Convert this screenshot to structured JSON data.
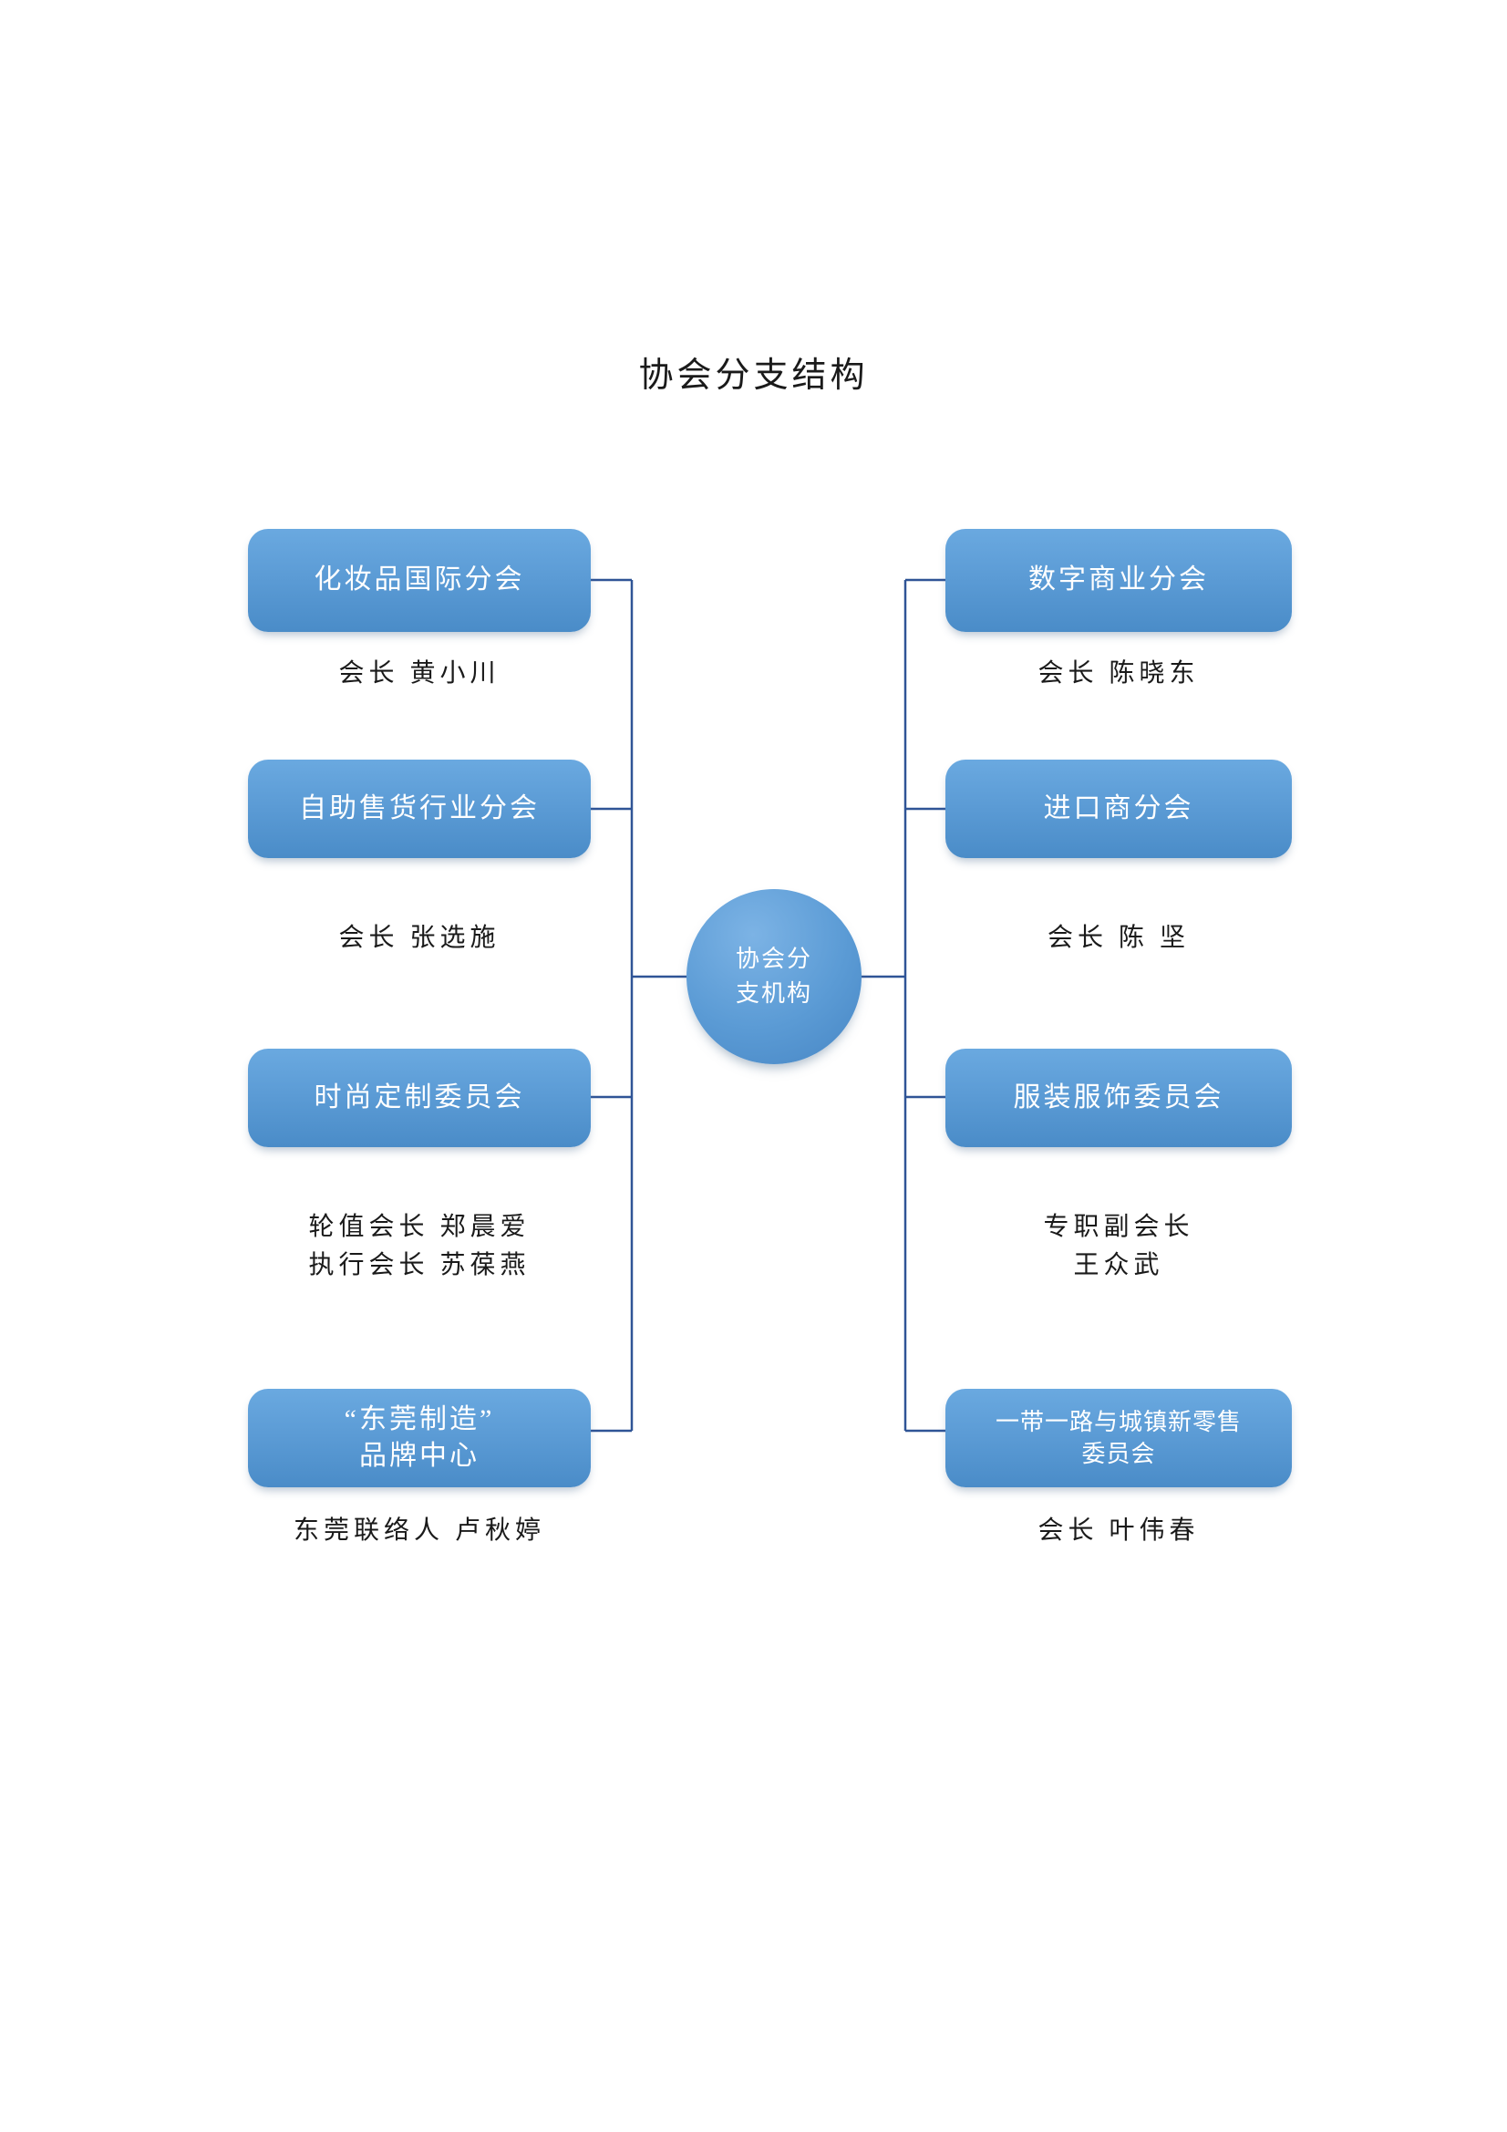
{
  "page": {
    "title": "协会分支结构",
    "background_color": "#ffffff",
    "node_color": "#5b9bd5",
    "connector_color": "#2f5496",
    "text_color": "#1a1a1a"
  },
  "center": {
    "label": "协会分\n支机构"
  },
  "chart_data": {
    "type": "diagram",
    "diagram_kind": "organization-chart",
    "title": "协会分支结构",
    "root": "协会分支机构",
    "layout": "two-column radial with central hub",
    "branches": [
      {
        "side": "left",
        "index": 0,
        "label": "化妆品国际分会",
        "caption": "会长  黄小川"
      },
      {
        "side": "left",
        "index": 1,
        "label": "自助售货行业分会",
        "caption": "会长  张选施"
      },
      {
        "side": "left",
        "index": 2,
        "label": "时尚定制委员会",
        "caption": "轮值会长  郑晨爱\n执行会长  苏葆燕"
      },
      {
        "side": "left",
        "index": 3,
        "label": "“东莞制造”\n品牌中心",
        "caption": "东莞联络人  卢秋婷"
      },
      {
        "side": "right",
        "index": 0,
        "label": "数字商业分会",
        "caption": "会长  陈晓东"
      },
      {
        "side": "right",
        "index": 1,
        "label": "进口商分会",
        "caption": "会长  陈  坚"
      },
      {
        "side": "right",
        "index": 2,
        "label": "服装服饰委员会",
        "caption": "专职副会长\n王众武"
      },
      {
        "side": "right",
        "index": 3,
        "label": "一带一路与城镇新零售\n委员会",
        "caption": "会长  叶伟春"
      }
    ]
  }
}
